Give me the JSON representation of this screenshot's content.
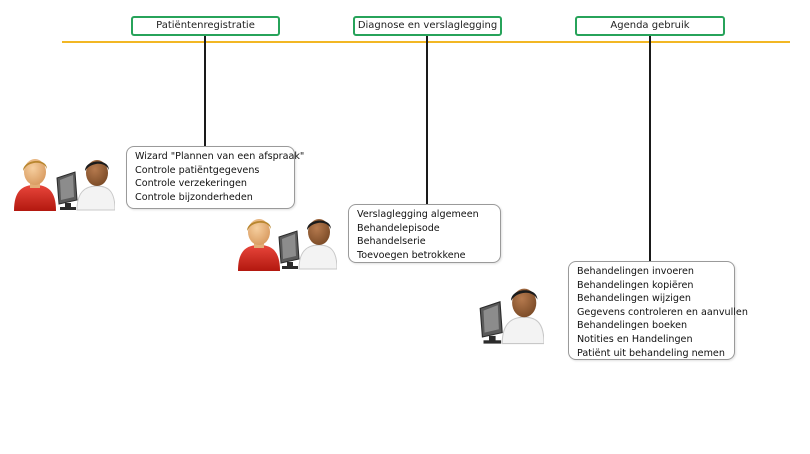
{
  "phases": [
    {
      "title": "Patiëntenregistratie",
      "tasks": [
        "Wizard \"Plannen van een afspraak\"",
        "Controle patiëntgegevens",
        "Controle verzekeringen",
        "Controle bijzonderheden"
      ]
    },
    {
      "title": "Diagnose en verslaglegging",
      "tasks": [
        "Verslaglegging algemeen",
        "Behandelepisode",
        "Behandelserie",
        "Toevoegen betrokkene"
      ]
    },
    {
      "title": "Agenda gebruik",
      "tasks": [
        "Behandelingen invoeren",
        "Behandelingen kopiëren",
        "Behandelingen wijzigen",
        "Gegevens controleren en aanvullen",
        "Behandelingen boeken",
        "Notities en Handelingen",
        "Patiënt uit behandeling nemen"
      ]
    }
  ],
  "colors": {
    "timeline": "#f2b724",
    "phase_border": "#27a35a",
    "patient_shirt": "#d42a20",
    "staff_shirt": "#f4f4f4"
  },
  "icons": {
    "patient": "patient-person-icon",
    "staff": "staff-at-computer-icon"
  }
}
